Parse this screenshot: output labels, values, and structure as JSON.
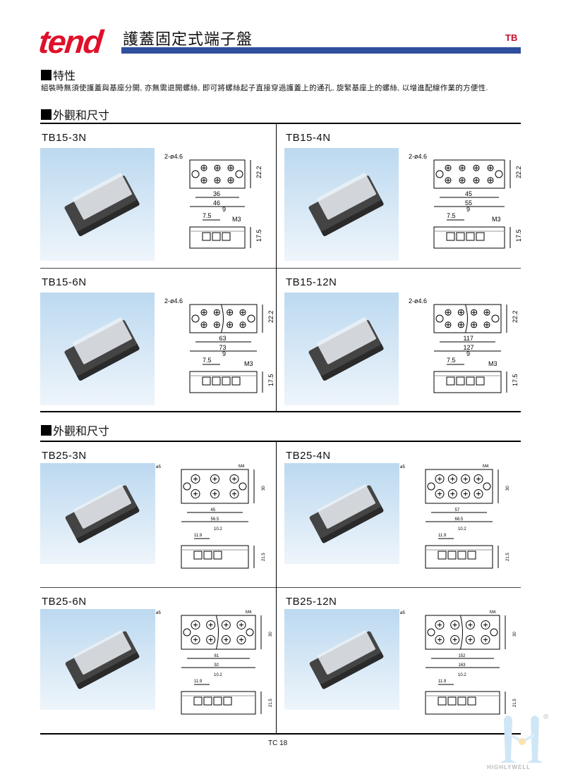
{
  "header": {
    "logo": "tend",
    "title": "護蓋固定式端子盤",
    "code": "TB"
  },
  "features": {
    "heading": "特性",
    "text": "組裝時無須使護蓋與基座分開, 亦無需退開螺絲, 即可將螺絲起子直接穿過護蓋上的通孔, 旋緊基座上的螺絲, 以增進配線作業的方便性."
  },
  "sections": [
    {
      "heading": "外觀和尺寸"
    },
    {
      "heading": "外觀和尺寸"
    }
  ],
  "products": [
    {
      "name": "TB15-3N",
      "hole": "2-ø4.6",
      "inner": "36",
      "outer": "46",
      "height": "22.2",
      "pa": "7.5",
      "pb": "9",
      "screw": "M3",
      "sideh": "17.5",
      "n": 3,
      "series": 15
    },
    {
      "name": "TB15-4N",
      "hole": "2-ø4.6",
      "inner": "45",
      "outer": "55",
      "height": "22.2",
      "pa": "7.5",
      "pb": "9",
      "screw": "M3",
      "sideh": "17.5",
      "n": 4,
      "series": 15
    },
    {
      "name": "TB15-6N",
      "hole": "2-ø4.6",
      "inner": "63",
      "outer": "73",
      "height": "22.2",
      "pa": "7.5",
      "pb": "9",
      "screw": "M3",
      "sideh": "17.5",
      "n": 6,
      "series": 15
    },
    {
      "name": "TB15-12N",
      "hole": "2-ø4.6",
      "inner": "117",
      "outer": "127",
      "height": "22.2",
      "pa": "7.5",
      "pb": "9",
      "screw": "M3",
      "sideh": "17.5",
      "n": 12,
      "series": 15
    },
    {
      "name": "TB25-3N",
      "hole": "ø5",
      "inner": "45",
      "outer": "56.5",
      "height": "30",
      "pa": "11.9",
      "pb": "10.2",
      "screw": "M4",
      "sideh": "21.5",
      "n": 3,
      "series": 25
    },
    {
      "name": "TB25-4N",
      "hole": "ø5",
      "inner": "57",
      "outer": "68.5",
      "height": "30",
      "pa": "11.9",
      "pb": "10.2",
      "screw": "M4",
      "sideh": "21.5",
      "n": 4,
      "series": 25
    },
    {
      "name": "TB25-6N",
      "hole": "ø5",
      "inner": "81",
      "outer": "92",
      "height": "30",
      "pa": "11.9",
      "pb": "10.2",
      "screw": "M4",
      "sideh": "21.5",
      "n": 6,
      "series": 25
    },
    {
      "name": "TB25-12N",
      "hole": "ø5",
      "inner": "152",
      "outer": "163",
      "height": "30",
      "pa": "11.9",
      "pb": "10.2",
      "screw": "M4",
      "sideh": "21.5",
      "n": 12,
      "series": 25
    }
  ],
  "footer": {
    "page": "TC 18",
    "brand": "HIGHLYWELL",
    "registered": "®"
  }
}
